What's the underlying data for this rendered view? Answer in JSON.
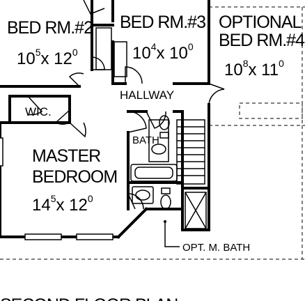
{
  "rooms": {
    "bed2": {
      "name": "BED RM.#2",
      "dim_a": "10",
      "dim_a_sup": "5",
      "dim_b": "x 12",
      "dim_b_sup": "0"
    },
    "bed3": {
      "name": "BED RM.#3",
      "dim_a": "10",
      "dim_a_sup": "4",
      "dim_b": "x 10",
      "dim_b_sup": "0"
    },
    "bed4": {
      "name_line1": "OPTIONAL",
      "name_line2": "BED RM.#4",
      "dim_a": "10",
      "dim_a_sup": "8",
      "dim_b": "x 11",
      "dim_b_sup": "0"
    },
    "master": {
      "name_line1": "MASTER",
      "name_line2": "BEDROOM",
      "dim_a": "14",
      "dim_a_sup": "5",
      "dim_b": "x 12",
      "dim_b_sup": "0"
    }
  },
  "labels": {
    "hallway": "HALLWAY",
    "wic": "WIC.",
    "bath": "BATH",
    "opt_bath": "OPT. M. BATH",
    "bottom_title": "SECOND FLOOR PLAN"
  }
}
